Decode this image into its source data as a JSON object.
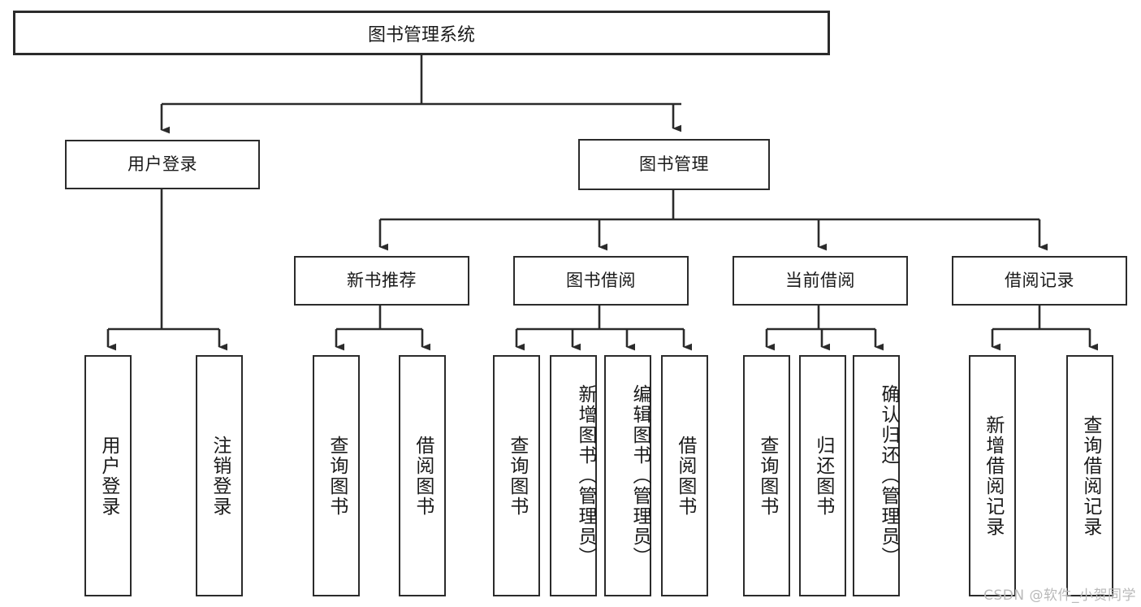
{
  "diagram": {
    "title": "图书管理系统",
    "type": "hierarchy-tree",
    "watermark": "CSDN @软件_小贺同学",
    "colors": {
      "stroke": "#2b2b2b",
      "fill": "#ffffff",
      "text": "#1a1a1a",
      "watermark": "#b9b9b9"
    },
    "levels": {
      "level1": [
        {
          "id": "root",
          "label": "图书管理系统"
        }
      ],
      "level2": [
        {
          "id": "user-login",
          "label": "用户登录"
        },
        {
          "id": "book-manage",
          "label": "图书管理"
        }
      ],
      "level3": [
        {
          "id": "new-book-rec",
          "label": "新书推荐",
          "parent": "book-manage"
        },
        {
          "id": "book-borrow",
          "label": "图书借阅",
          "parent": "book-manage"
        },
        {
          "id": "current-borrow",
          "label": "当前借阅",
          "parent": "book-manage"
        },
        {
          "id": "borrow-record",
          "label": "借阅记录",
          "parent": "book-manage"
        }
      ],
      "level4": [
        {
          "id": "leaf-user-login",
          "label": "用户登录",
          "parent": "user-login"
        },
        {
          "id": "leaf-logout",
          "label": "注销登录",
          "parent": "user-login"
        },
        {
          "id": "leaf-query-book-1",
          "label": "查询图书",
          "parent": "new-book-rec"
        },
        {
          "id": "leaf-borrow-book-1",
          "label": "借阅图书",
          "parent": "new-book-rec"
        },
        {
          "id": "leaf-query-book-2",
          "label": "查询图书",
          "parent": "book-borrow"
        },
        {
          "id": "leaf-add-book",
          "label": "新增图书（管理员）",
          "parent": "book-borrow"
        },
        {
          "id": "leaf-edit-book",
          "label": "编辑图书（管理员）",
          "parent": "book-borrow"
        },
        {
          "id": "leaf-borrow-book-2",
          "label": "借阅图书",
          "parent": "book-borrow"
        },
        {
          "id": "leaf-query-book-3",
          "label": "查询图书",
          "parent": "current-borrow"
        },
        {
          "id": "leaf-return-book",
          "label": "归还图书",
          "parent": "current-borrow"
        },
        {
          "id": "leaf-confirm-return",
          "label": "确认归还（管理员）",
          "parent": "current-borrow"
        },
        {
          "id": "leaf-add-record",
          "label": "新增借阅记录",
          "parent": "borrow-record"
        },
        {
          "id": "leaf-query-record",
          "label": "查询借阅记录",
          "parent": "borrow-record"
        }
      ]
    }
  }
}
